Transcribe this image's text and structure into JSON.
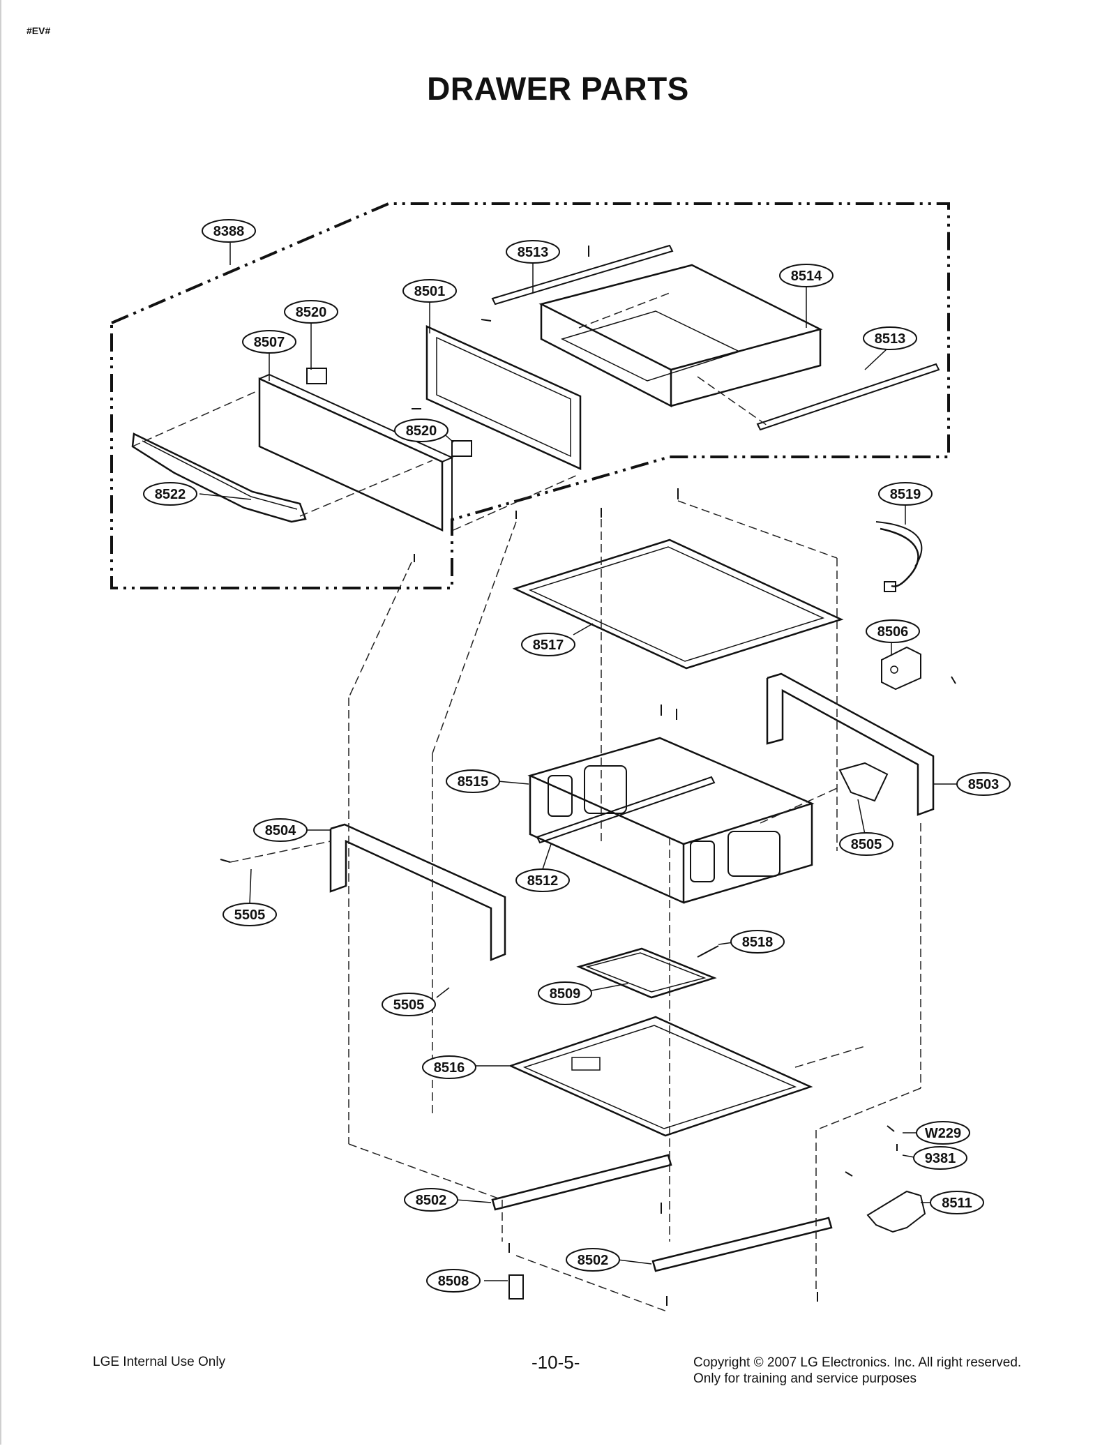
{
  "header": {
    "code": "#EV#",
    "title": "DRAWER PARTS"
  },
  "callouts": [
    {
      "id": "c8388",
      "label": "8388"
    },
    {
      "id": "c8513a",
      "label": "8513"
    },
    {
      "id": "c8514",
      "label": "8514"
    },
    {
      "id": "c8501",
      "label": "8501"
    },
    {
      "id": "c8520a",
      "label": "8520"
    },
    {
      "id": "c8507",
      "label": "8507"
    },
    {
      "id": "c8513b",
      "label": "8513"
    },
    {
      "id": "c8520b",
      "label": "8520"
    },
    {
      "id": "c8522",
      "label": "8522"
    },
    {
      "id": "c8519",
      "label": "8519"
    },
    {
      "id": "c8517",
      "label": "8517"
    },
    {
      "id": "c8506",
      "label": "8506"
    },
    {
      "id": "c8515",
      "label": "8515"
    },
    {
      "id": "c8503",
      "label": "8503"
    },
    {
      "id": "c8504",
      "label": "8504"
    },
    {
      "id": "c8505",
      "label": "8505"
    },
    {
      "id": "c8512",
      "label": "8512"
    },
    {
      "id": "c5505a",
      "label": "5505"
    },
    {
      "id": "c8518",
      "label": "8518"
    },
    {
      "id": "c8509",
      "label": "8509"
    },
    {
      "id": "c5505b",
      "label": "5505"
    },
    {
      "id": "c8516",
      "label": "8516"
    },
    {
      "id": "cW229",
      "label": "W229"
    },
    {
      "id": "c9381",
      "label": "9381"
    },
    {
      "id": "c8502a",
      "label": "8502"
    },
    {
      "id": "c8511",
      "label": "8511"
    },
    {
      "id": "c8502b",
      "label": "8502"
    },
    {
      "id": "c8508",
      "label": "8508"
    }
  ],
  "footer": {
    "left": "LGE Internal Use Only",
    "page": "-10-5-",
    "copyright_line1": "Copyright © 2007 LG Electronics. Inc. All right reserved.",
    "copyright_line2": "Only for training and service purposes"
  }
}
